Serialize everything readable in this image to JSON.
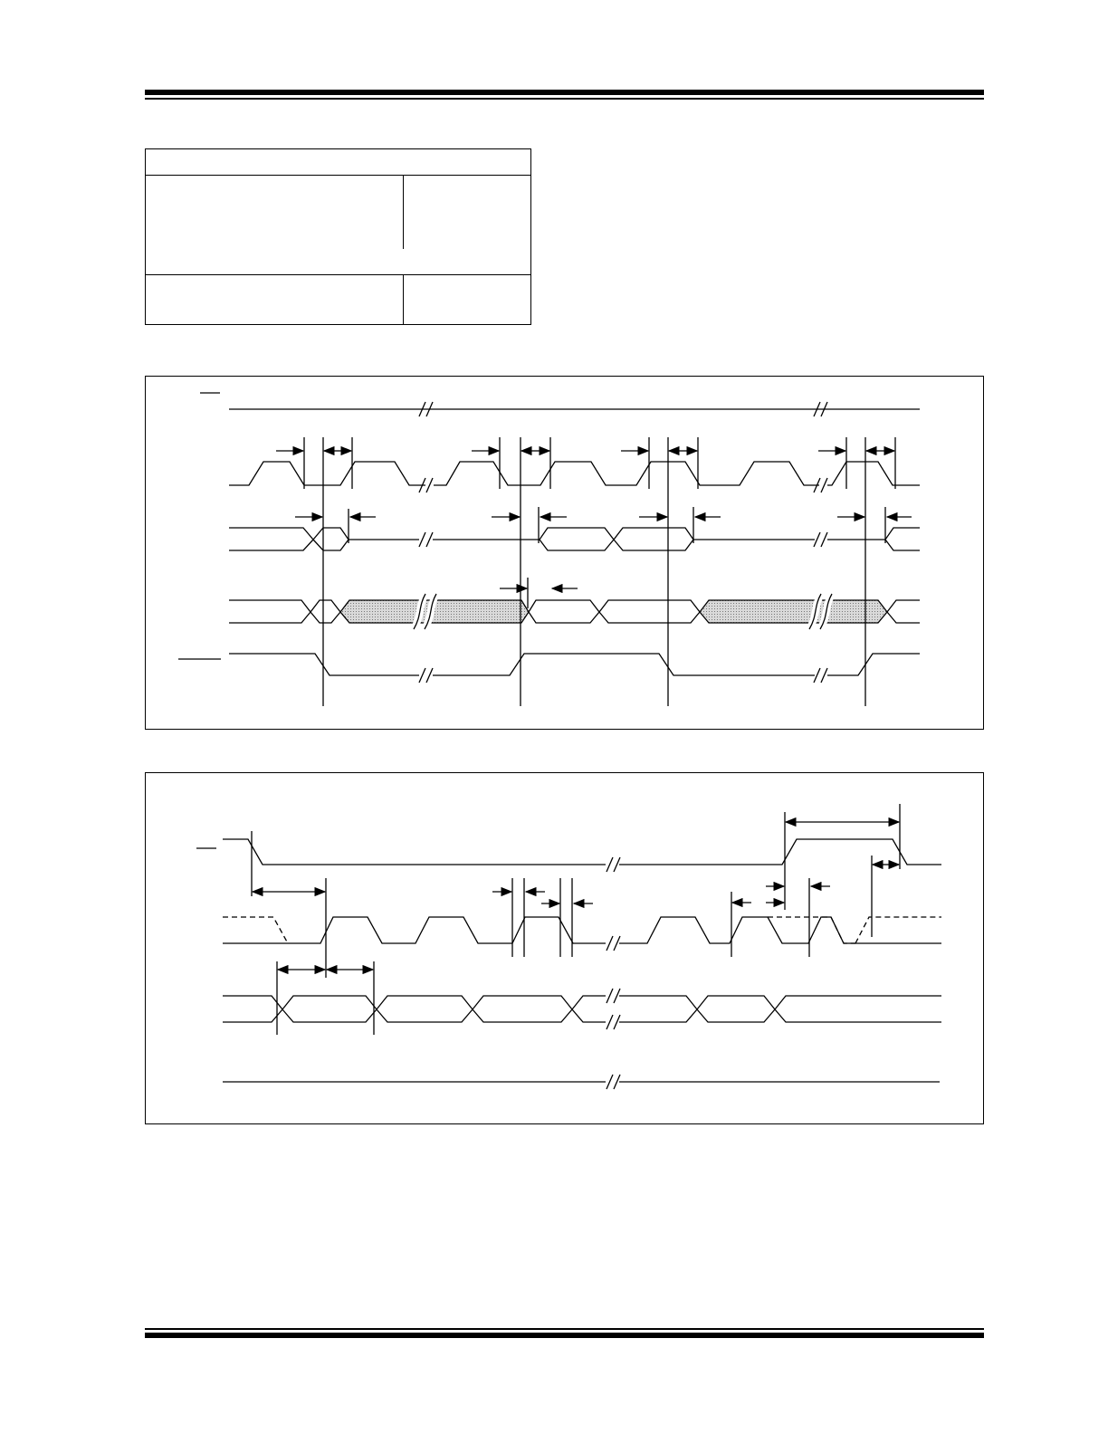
{
  "page": {
    "header_rule": "thick-over-thin",
    "footer_rule": "thin-over-thick",
    "line_color": "#000000",
    "hatch_color": "#cfcfcf"
  },
  "table": {
    "rows": 3,
    "columns": 2,
    "text": []
  },
  "figure_1": {
    "type": "timing-diagram",
    "signals": 5,
    "signal_labels": [],
    "markers": 4
  },
  "figure_2": {
    "type": "timing-diagram",
    "signals": 4,
    "signal_labels": []
  }
}
